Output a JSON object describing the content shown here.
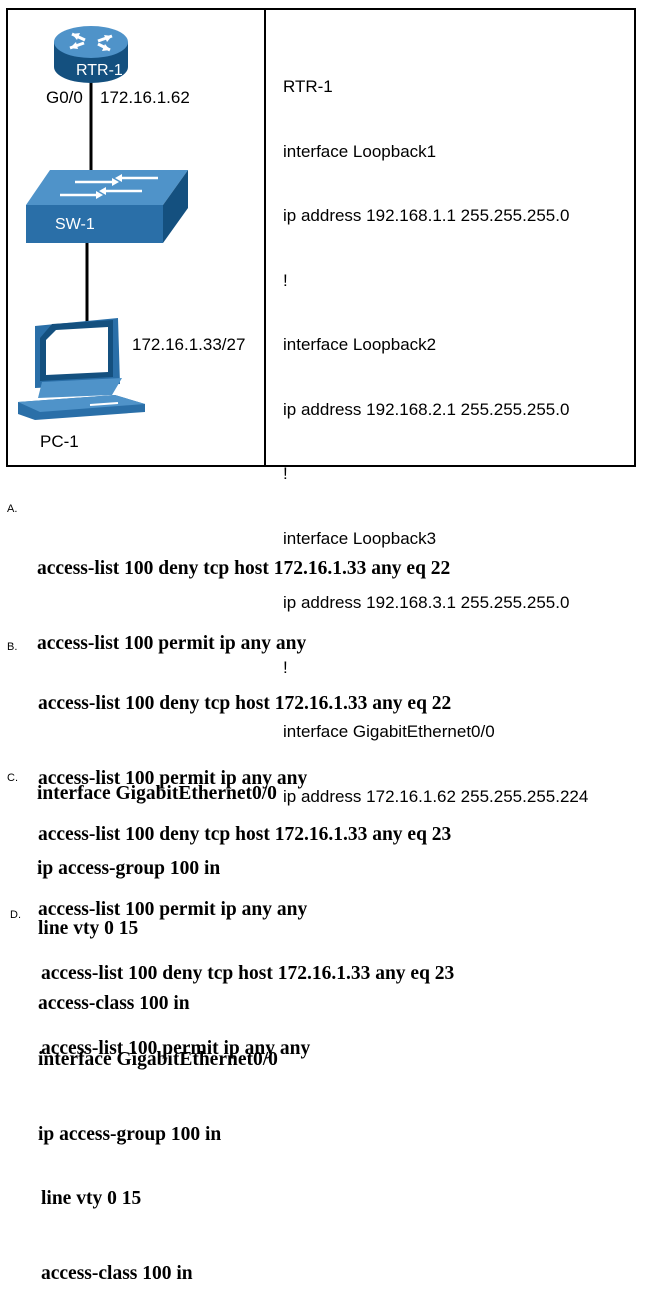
{
  "topology": {
    "router_name": "RTR-1",
    "router_interface": "G0/0",
    "router_ip": "172.16.1.62",
    "switch_name": "SW-1",
    "pc_ip": "172.16.1.33/27",
    "pc_name": "PC-1"
  },
  "config_lines": [
    "RTR-1",
    "interface Loopback1",
    "ip address 192.168.1.1 255.255.255.0",
    "!",
    "interface Loopback2",
    "ip address 192.168.2.1 255.255.255.0",
    "!",
    "interface Loopback3",
    "ip address 192.168.3.1 255.255.255.0",
    "!",
    "interface GigabitEthernet0/0",
    "ip address 172.16.1.62 255.255.255.224"
  ],
  "options": [
    {
      "letter": "A.",
      "lines": [
        "access-list 100 deny tcp host 172.16.1.33 any eq 22",
        "access-list 100 permit ip any any",
        "",
        "interface GigabitEthernet0/0",
        "ip access-group 100 in"
      ]
    },
    {
      "letter": "B.",
      "lines": [
        "access-list 100 deny tcp host 172.16.1.33 any eq 22",
        "access-list 100 permit ip any any",
        "",
        "line vty 0 15",
        "access-class 100 in"
      ]
    },
    {
      "letter": "C.",
      "lines": [
        "access-list 100 deny tcp host 172.16.1.33 any eq 23",
        "access-list 100 permit ip any any",
        "",
        "interface GigabitEthernet0/0",
        "ip access-group 100 in"
      ]
    },
    {
      "letter": "D.",
      "lines": [
        "access-list 100 deny tcp host 172.16.1.33 any eq 23",
        "access-list 100 permit ip any any",
        "",
        "line vty 0 15",
        "access-class 100 in"
      ]
    }
  ],
  "colors": {
    "device_blue": "#2a6fa8",
    "device_dark": "#14507f",
    "device_light": "#4f93c9"
  }
}
